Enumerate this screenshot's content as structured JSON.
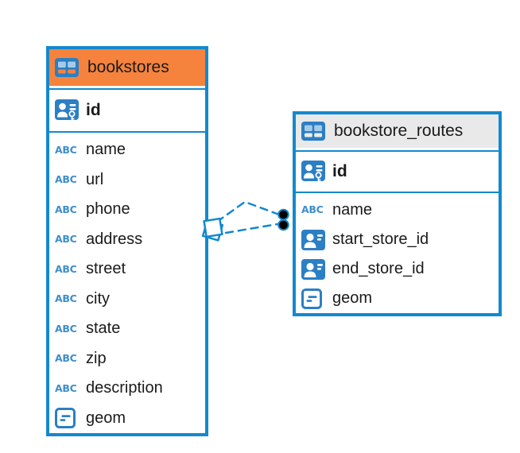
{
  "diagram": {
    "kind": "entity-relationship-diagram",
    "colors": {
      "structure_blue": "#1389CE",
      "icon_blue": "#2B7FC4",
      "abc_text_blue": "#3E8ECB",
      "bookstores_header": "#F6833D",
      "routes_header": "#E9E9E9",
      "text": "#1A1A1A",
      "background": "#FFFFFF",
      "dot_fill": "#000000"
    },
    "icons": {
      "table_icon": "grid-table",
      "pk_icon": "person-with-key",
      "ref_icon": "person-card",
      "geometry_icon": "rounded-square-dashes",
      "text_icon_label": "ABC"
    },
    "tables": [
      {
        "name": "bookstores",
        "primary_key": "id",
        "columns": [
          {
            "name": "name",
            "type": "text"
          },
          {
            "name": "url",
            "type": "text"
          },
          {
            "name": "phone",
            "type": "text"
          },
          {
            "name": "address",
            "type": "text"
          },
          {
            "name": "street",
            "type": "text"
          },
          {
            "name": "city",
            "type": "text"
          },
          {
            "name": "state",
            "type": "text"
          },
          {
            "name": "zip",
            "type": "text"
          },
          {
            "name": "description",
            "type": "text"
          },
          {
            "name": "geom",
            "type": "geometry"
          }
        ]
      },
      {
        "name": "bookstore_routes",
        "primary_key": "id",
        "columns": [
          {
            "name": "name",
            "type": "text"
          },
          {
            "name": "start_store_id",
            "type": "reference"
          },
          {
            "name": "end_store_id",
            "type": "reference"
          },
          {
            "name": "geom",
            "type": "geometry"
          }
        ]
      }
    ],
    "relationships": [
      {
        "style": "dashed",
        "from_table": "bookstore_routes",
        "to_table": "bookstores"
      },
      {
        "style": "dashed",
        "from_table": "bookstore_routes",
        "to_table": "bookstores"
      }
    ]
  }
}
